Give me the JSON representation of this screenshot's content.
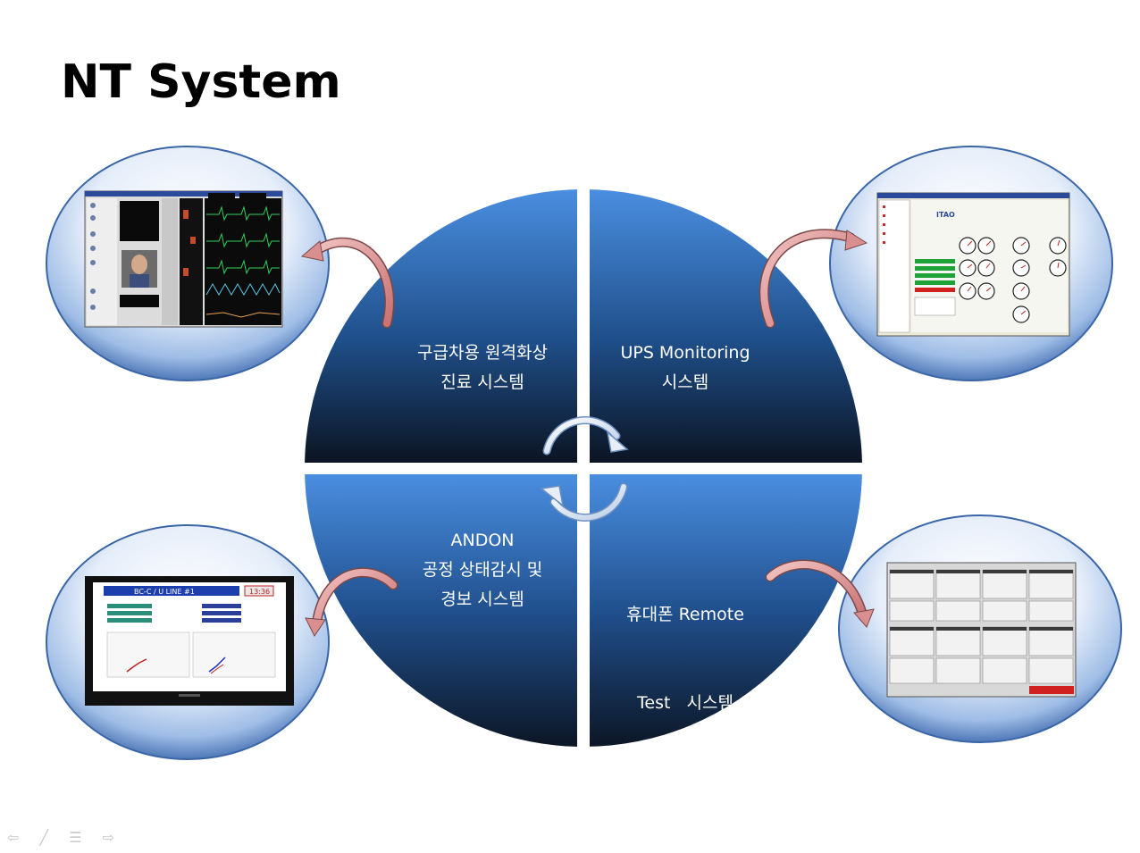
{
  "slide": {
    "title": "NT System"
  },
  "quadrants": [
    {
      "id": "tl",
      "line1": "구급차용 원격화상",
      "line2": "진료 시스템"
    },
    {
      "id": "tr",
      "line1": "UPS Monitoring",
      "line2": "시스템"
    },
    {
      "id": "bl",
      "line1": "ANDON",
      "line2": "공정 상태감시 및",
      "line3": "경보 시스템"
    },
    {
      "id": "br",
      "line1": "휴대폰 Remote",
      "line2": "Test   시스템"
    }
  ],
  "screens": {
    "ups_logo": "ITAO",
    "andon_header": "BC-C / U LINE #1",
    "andon_clock": "13:36"
  },
  "colors": {
    "quadrant_top": "#3f7fd0",
    "quadrant_bottom": "#0a1628",
    "bubble_edge": "#3a66a8",
    "arrow": "#d98f8f"
  }
}
